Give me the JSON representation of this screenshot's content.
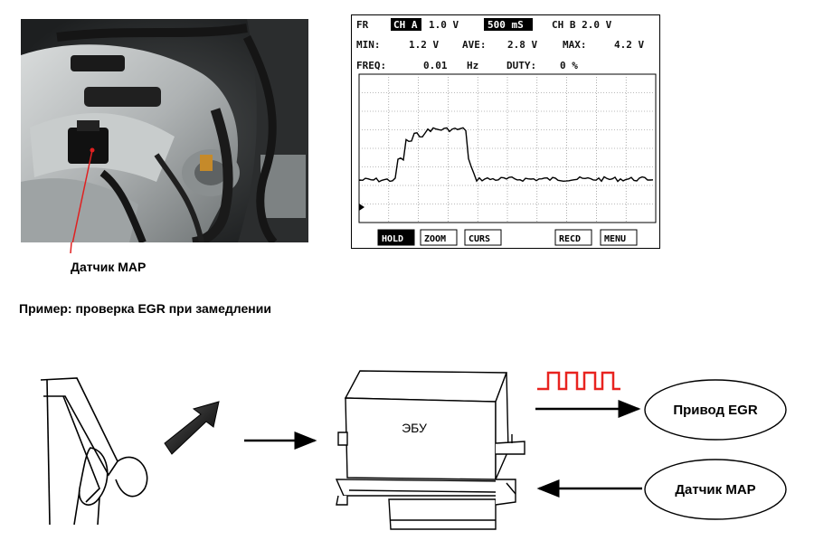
{
  "photo": {
    "label": "Датчик MAP"
  },
  "oscilloscope": {
    "row1": {
      "fr": "FR",
      "ch_a": "CH A",
      "ch_a_scale": "1.0 V",
      "timebase": "500 mS",
      "ch_b": "CH B 2.0 V"
    },
    "row2": {
      "min_label": "MIN:",
      "min_value": "1.2 V",
      "ave_label": "AVE:",
      "ave_value": "2.8 V",
      "max_label": "MAX:",
      "max_value": "4.2 V"
    },
    "row3": {
      "freq_label": "FREQ:",
      "freq_value": "0.01",
      "freq_unit": "Hz",
      "duty_label": "DUTY:",
      "duty_value": "0 %"
    },
    "buttons": [
      "HOLD",
      "ZOOM",
      "CURS",
      "RECD",
      "MENU"
    ],
    "active_button": "HOLD"
  },
  "example_title": "Пример: проверка EGR при замедлении",
  "diagram": {
    "ecu_label": "ЭБУ",
    "egr_label": "Привод EGR",
    "map_label": "Датчик MAP",
    "pulse_color": "#e8231f"
  }
}
